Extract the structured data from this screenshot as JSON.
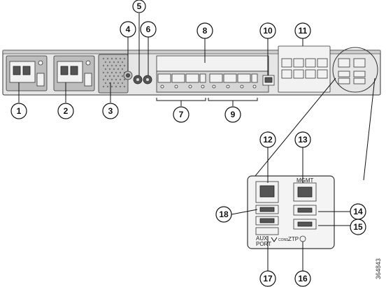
{
  "callouts": [
    "1",
    "2",
    "3",
    "4",
    "5",
    "6",
    "7",
    "8",
    "9",
    "10",
    "11",
    "12",
    "13",
    "14",
    "15",
    "16",
    "17",
    "18"
  ],
  "panel_labels": {
    "mgmt": "MGMT",
    "aux": "AUX",
    "port": "PORT",
    "cons": "CONS",
    "ztp": "ZTP"
  },
  "figure_id": "364843"
}
